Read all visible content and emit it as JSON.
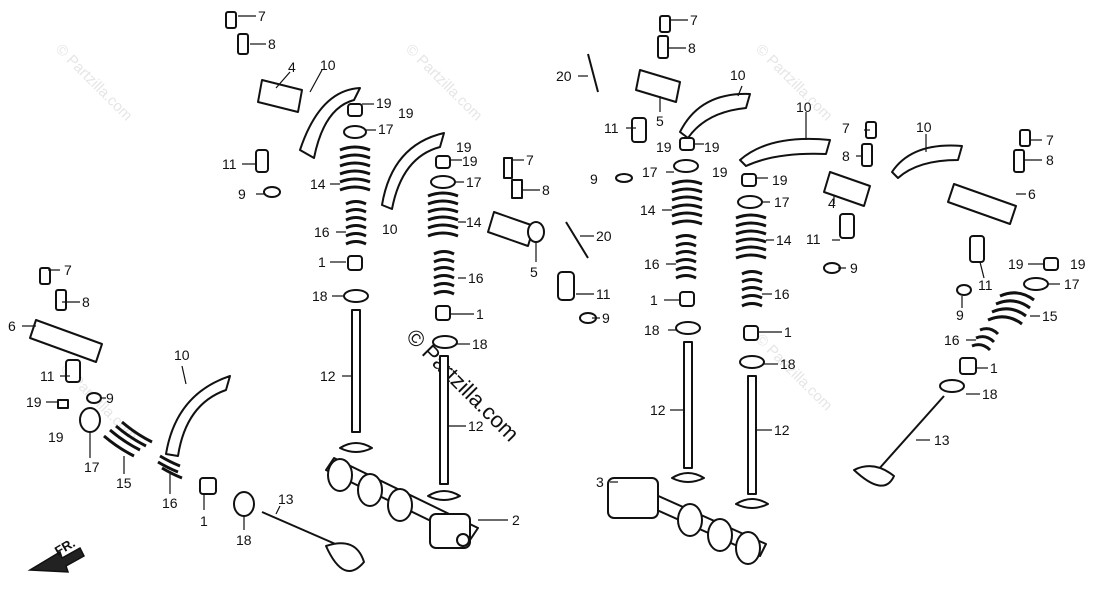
{
  "watermark": {
    "faint": "© Partzilla.com",
    "center": "© Partzilla.com"
  },
  "direction_label": "FR.",
  "callouts": [
    {
      "text": "7"
    },
    {
      "text": "8"
    },
    {
      "text": "4"
    },
    {
      "text": "10"
    },
    {
      "text": "19"
    },
    {
      "text": "19"
    },
    {
      "text": "17"
    },
    {
      "text": "11"
    },
    {
      "text": "9"
    },
    {
      "text": "14"
    },
    {
      "text": "16"
    },
    {
      "text": "1"
    },
    {
      "text": "18"
    },
    {
      "text": "12"
    },
    {
      "text": "10"
    },
    {
      "text": "19"
    },
    {
      "text": "19"
    },
    {
      "text": "17"
    },
    {
      "text": "14"
    },
    {
      "text": "16"
    },
    {
      "text": "1"
    },
    {
      "text": "18"
    },
    {
      "text": "12"
    },
    {
      "text": "7"
    },
    {
      "text": "8"
    },
    {
      "text": "5"
    },
    {
      "text": "20"
    },
    {
      "text": "11"
    },
    {
      "text": "9"
    },
    {
      "text": "2"
    },
    {
      "text": "7"
    },
    {
      "text": "8"
    },
    {
      "text": "6"
    },
    {
      "text": "11"
    },
    {
      "text": "19"
    },
    {
      "text": "19"
    },
    {
      "text": "9"
    },
    {
      "text": "17"
    },
    {
      "text": "10"
    },
    {
      "text": "15"
    },
    {
      "text": "16"
    },
    {
      "text": "1"
    },
    {
      "text": "18"
    },
    {
      "text": "13"
    },
    {
      "text": "20"
    },
    {
      "text": "7"
    },
    {
      "text": "8"
    },
    {
      "text": "5"
    },
    {
      "text": "10"
    },
    {
      "text": "11"
    },
    {
      "text": "19"
    },
    {
      "text": "19"
    },
    {
      "text": "9"
    },
    {
      "text": "17"
    },
    {
      "text": "14"
    },
    {
      "text": "16"
    },
    {
      "text": "1"
    },
    {
      "text": "18"
    },
    {
      "text": "12"
    },
    {
      "text": "10"
    },
    {
      "text": "19"
    },
    {
      "text": "19"
    },
    {
      "text": "17"
    },
    {
      "text": "14"
    },
    {
      "text": "16"
    },
    {
      "text": "1"
    },
    {
      "text": "18"
    },
    {
      "text": "12"
    },
    {
      "text": "3"
    },
    {
      "text": "7"
    },
    {
      "text": "8"
    },
    {
      "text": "4"
    },
    {
      "text": "11"
    },
    {
      "text": "9"
    },
    {
      "text": "10"
    },
    {
      "text": "7"
    },
    {
      "text": "8"
    },
    {
      "text": "6"
    },
    {
      "text": "11"
    },
    {
      "text": "9"
    },
    {
      "text": "19"
    },
    {
      "text": "19"
    },
    {
      "text": "17"
    },
    {
      "text": "15"
    },
    {
      "text": "16"
    },
    {
      "text": "1"
    },
    {
      "text": "18"
    },
    {
      "text": "13"
    }
  ]
}
